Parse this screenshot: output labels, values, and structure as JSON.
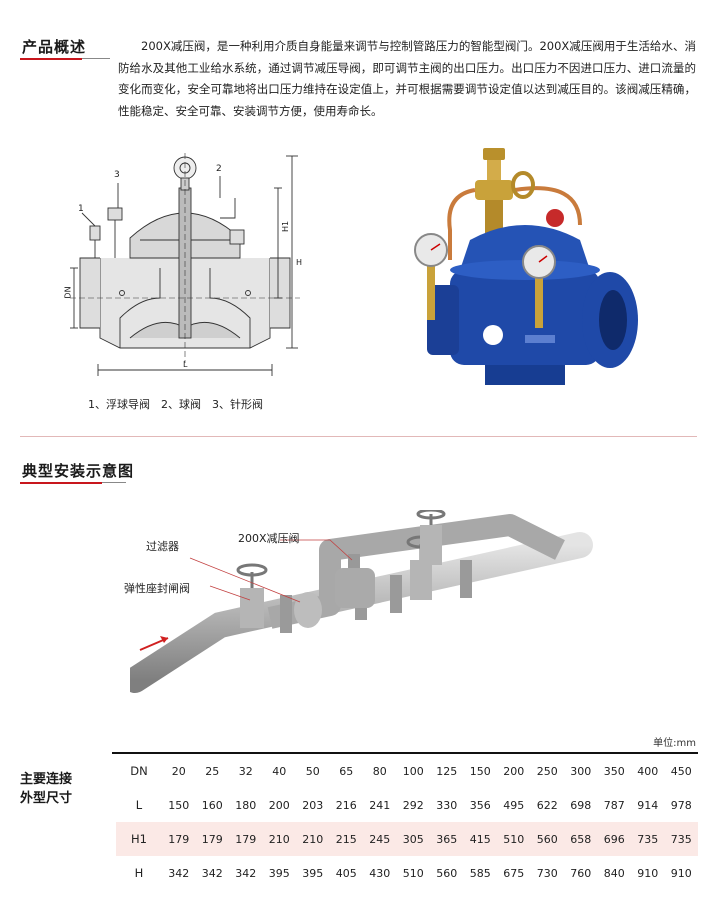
{
  "overview": {
    "title": "产品概述",
    "text": "200X减压阀，是一种利用介质自身能量来调节与控制管路压力的智能型阀门。200X减压阀用于生活给水、消防给水及其他工业给水系统，通过调节减压导阀，即可调节主阀的出口压力。出口压力不因进口压力、进口流量的变化而变化，安全可靠地将出口压力维持在设定值上，并可根据需要调节设定值以达到减压目的。该阀减压精确，性能稳定、安全可靠、安装调节方便，使用寿命长。"
  },
  "drawing": {
    "caption": "1、浮球导阀　2、球阀　3、针形阀",
    "callouts": [
      "1",
      "2",
      "3"
    ],
    "dim_labels": {
      "dn": "DN",
      "l": "L",
      "h": "H",
      "h1": "H1"
    }
  },
  "installation": {
    "title": "典型安装示意图",
    "labels": {
      "filter": "过滤器",
      "valve": "200X减压阀",
      "gate_valve": "弹性座封闸阀"
    }
  },
  "dimensions": {
    "title_line1": "主要连接",
    "title_line2": "外型尺寸",
    "unit": "单位:mm",
    "rows": [
      {
        "label": "DN",
        "values": [
          "20",
          "25",
          "32",
          "40",
          "50",
          "65",
          "80",
          "100",
          "125",
          "150",
          "200",
          "250",
          "300",
          "350",
          "400",
          "450"
        ]
      },
      {
        "label": "L",
        "values": [
          "150",
          "160",
          "180",
          "200",
          "203",
          "216",
          "241",
          "292",
          "330",
          "356",
          "495",
          "622",
          "698",
          "787",
          "914",
          "978"
        ]
      },
      {
        "label": "H1",
        "values": [
          "179",
          "179",
          "179",
          "210",
          "210",
          "215",
          "245",
          "305",
          "365",
          "415",
          "510",
          "560",
          "658",
          "696",
          "735",
          "735"
        ]
      },
      {
        "label": "H",
        "values": [
          "342",
          "342",
          "342",
          "395",
          "395",
          "405",
          "430",
          "510",
          "560",
          "585",
          "675",
          "730",
          "760",
          "840",
          "910",
          "910"
        ]
      }
    ]
  },
  "colors": {
    "accent": "#c8161d",
    "valve_blue": "#1f49a8",
    "brass": "#c9a23a",
    "shade": "#fbe9e6"
  }
}
